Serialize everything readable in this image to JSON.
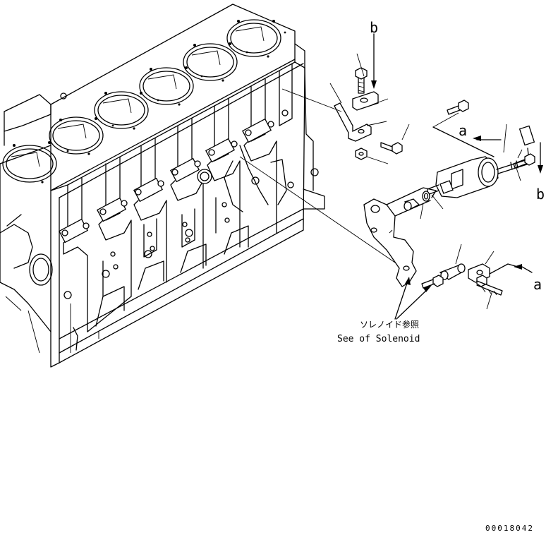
{
  "callouts": {
    "a_top": "a",
    "a_bottom": "a",
    "b_top": "b",
    "b_right": "b"
  },
  "caption": {
    "japanese": "ソレノイド参照",
    "english": "See of Solenoid"
  },
  "drawing_number": "00018042"
}
